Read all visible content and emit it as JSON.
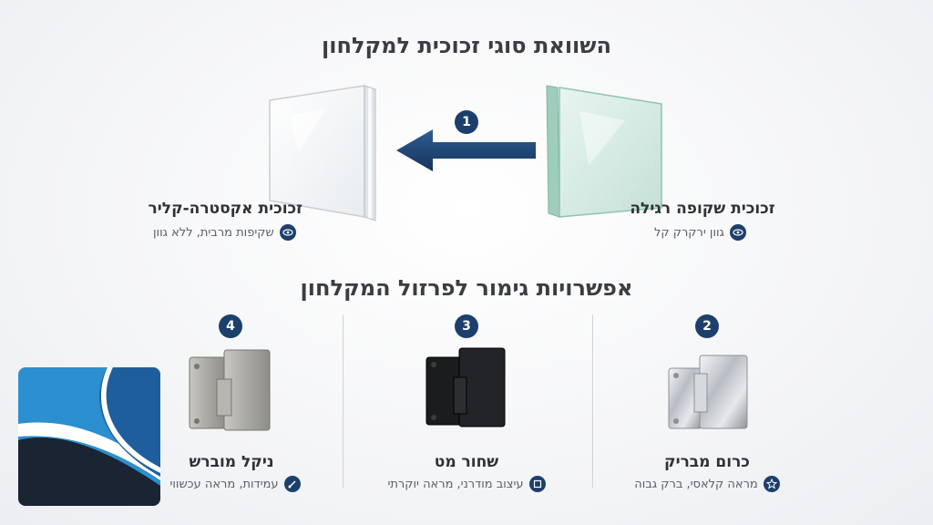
{
  "glass_section": {
    "title": "השוואת סוגי זכוכית למקלחון",
    "regular": {
      "title": "זכוכית שקופה רגילה",
      "subtitle": "גוון ירקרק קל",
      "icon": "eye-icon"
    },
    "extra_clear": {
      "title": "זכוכית אקסטרה-קליר",
      "subtitle": "שקיפות מרבית, ללא גוון",
      "icon": "eye-icon"
    },
    "step_badge": "1"
  },
  "finish_section": {
    "title": "אפשרויות גימור לפרזול המקלחון",
    "items": [
      {
        "badge": "2",
        "title": "כרום מבריק",
        "subtitle": "מראה קלאסי, ברק גבוה",
        "icon": "star-icon",
        "color": "#c9ccd1"
      },
      {
        "badge": "3",
        "title": "שחור מט",
        "subtitle": "עיצוב מודרני, מראה יוקרתי",
        "icon": "square-icon",
        "color": "#1b1c1e"
      },
      {
        "badge": "4",
        "title": "ניקל מוברש",
        "subtitle": "עמידות, מראה עכשווי",
        "icon": "brush-icon",
        "color": "#a9a8a2"
      }
    ]
  },
  "colors": {
    "navy": "#1d3f6b",
    "logo_blue": "#2b8fd0",
    "logo_dark": "#1a2433"
  }
}
